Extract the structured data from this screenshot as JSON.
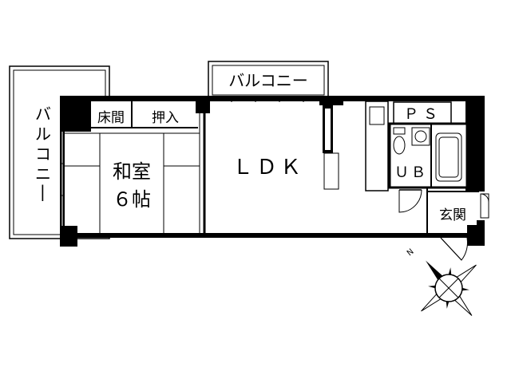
{
  "floorplan": {
    "rooms": {
      "balcony_left": "バルコニー",
      "balcony_top": "バルコニー",
      "tokonoma": "床間",
      "oshiire": "押入",
      "washitsu": "和室",
      "washitsu_size": "６帖",
      "ldk": "ＬＤＫ",
      "ps": "ＰＳ",
      "ub": "ＵＢ",
      "genkan": "玄関"
    },
    "compass": {
      "north_label": "N"
    }
  },
  "colors": {
    "wall": "#000000",
    "background": "#ffffff",
    "line": "#000000"
  }
}
